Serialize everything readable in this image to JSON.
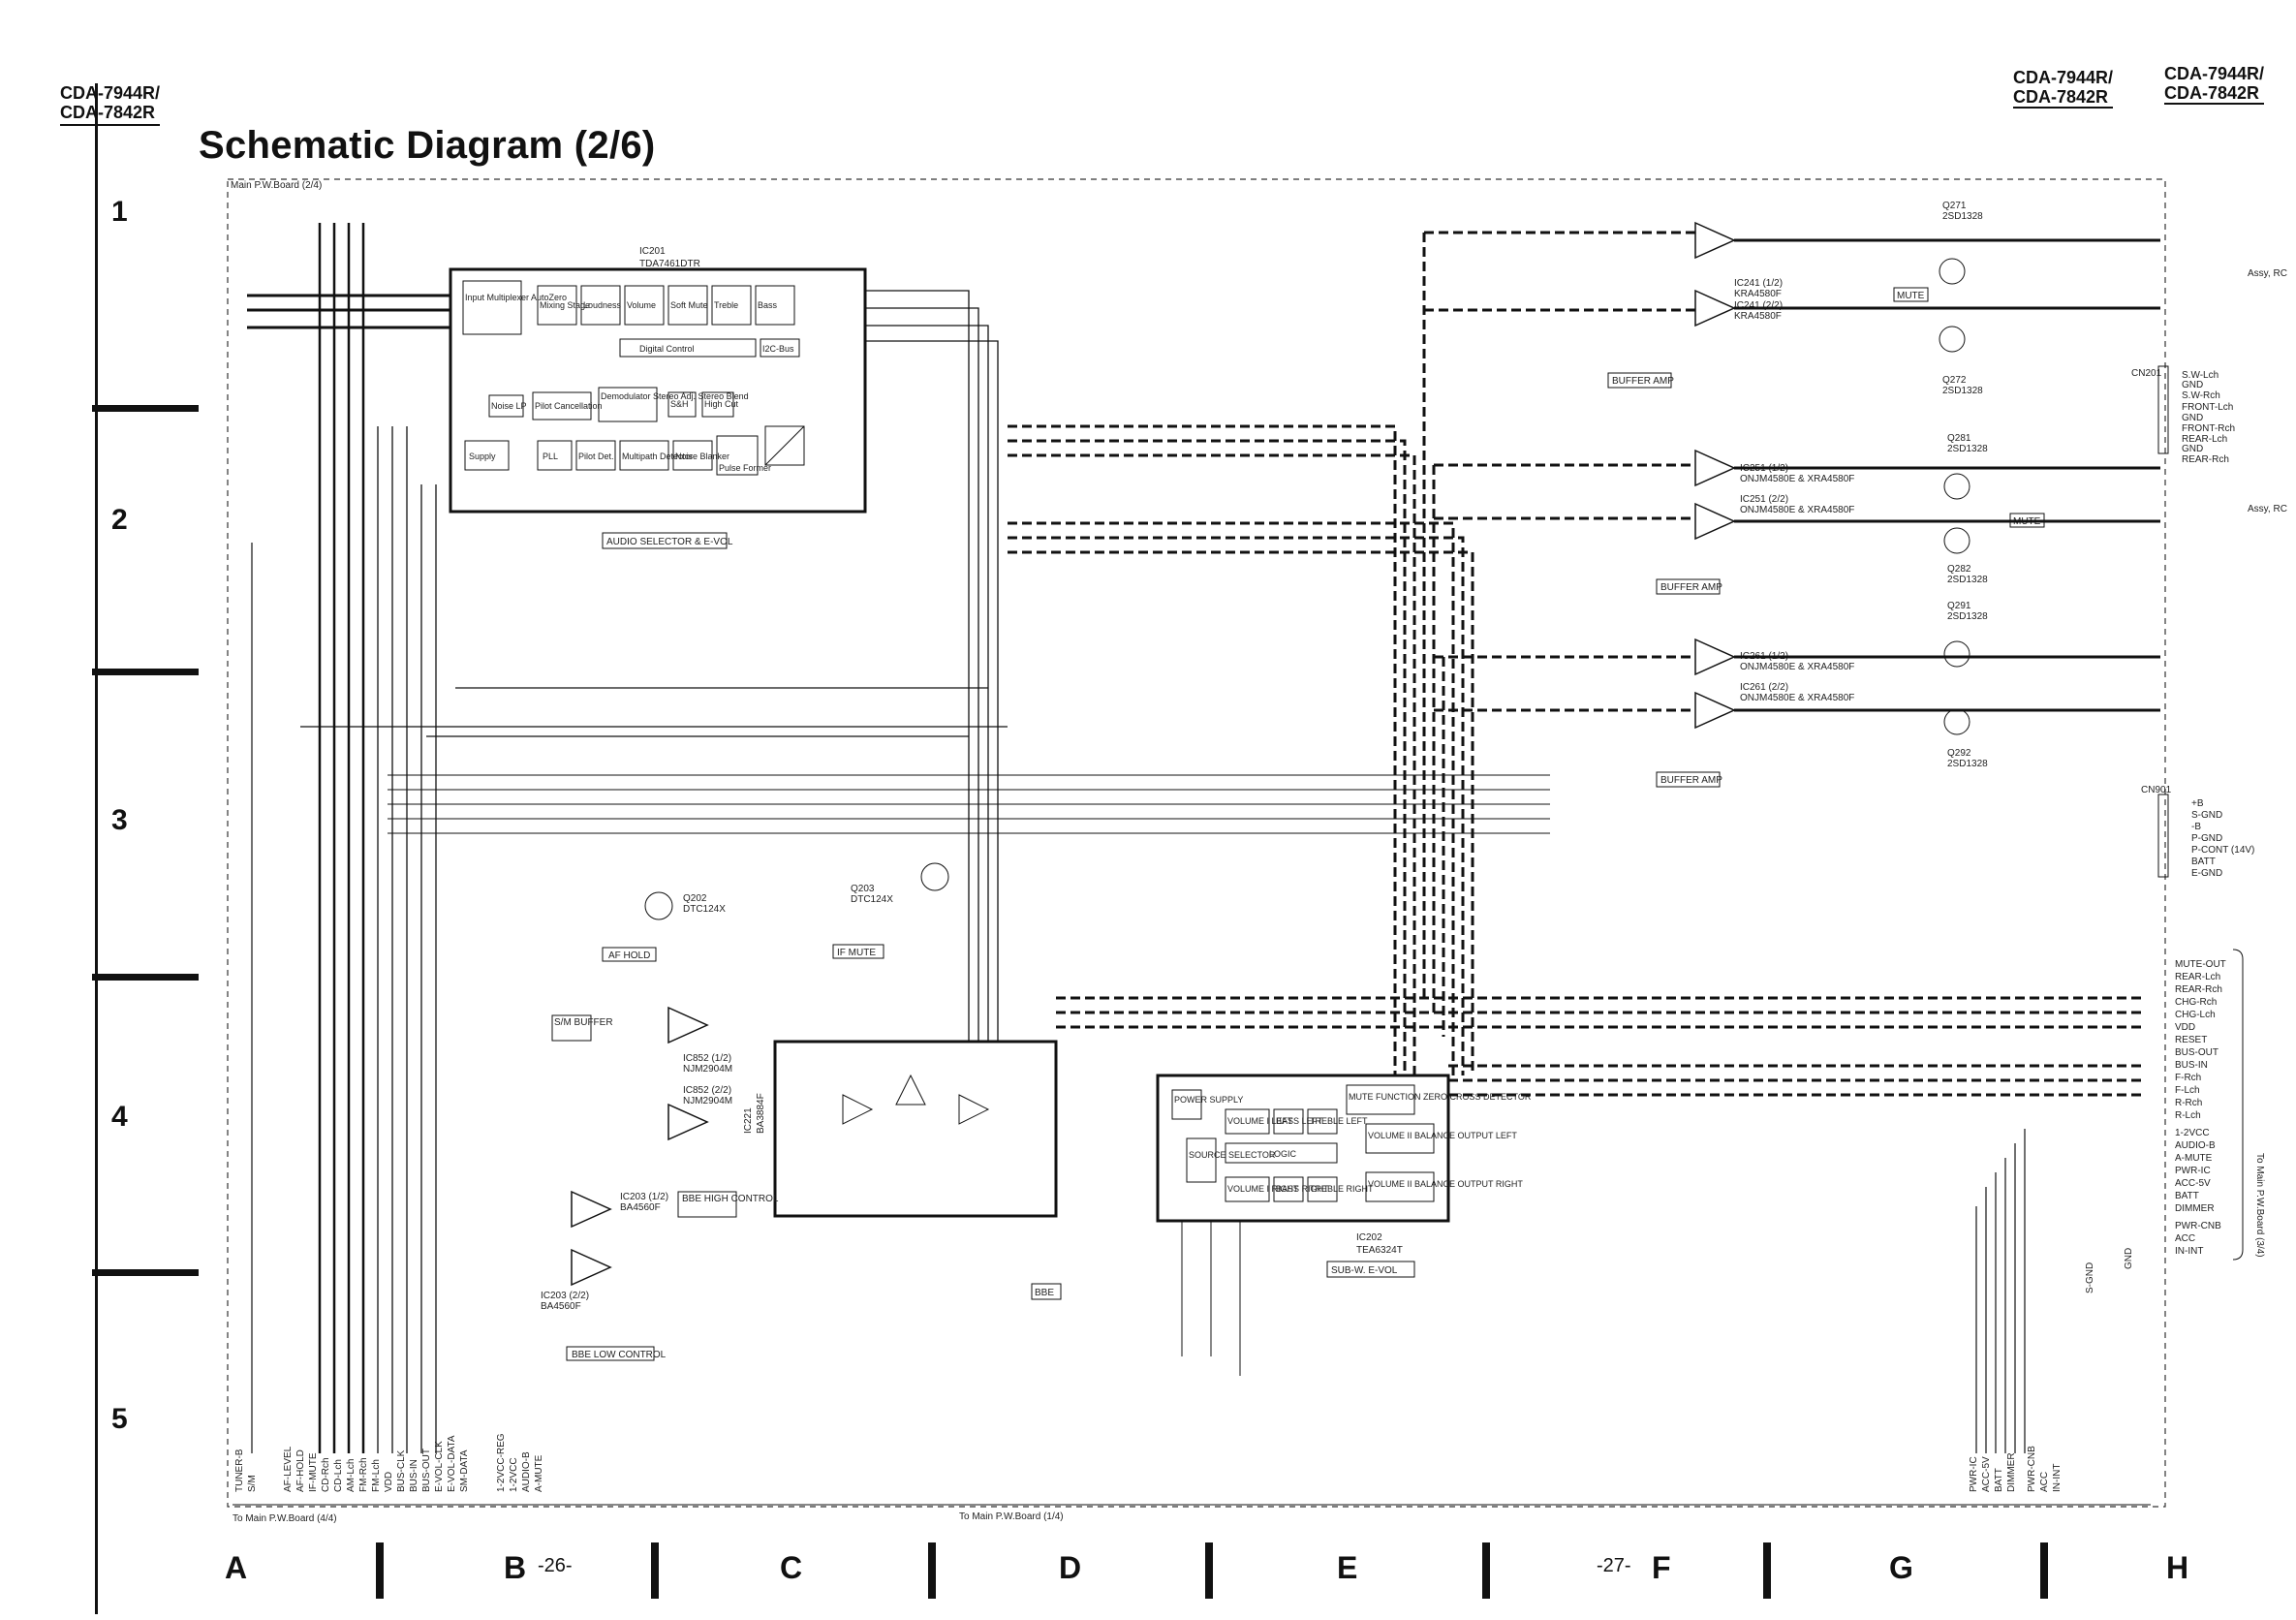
{
  "header": {
    "model_left": [
      "CDA-7944R/",
      "CDA-7842R"
    ],
    "model_right_1": [
      "CDA-7944R/",
      "CDA-7842R"
    ],
    "model_right_2": [
      "CDA-7944R/",
      "CDA-7842R"
    ],
    "title": "Schematic Diagram (2/6)",
    "board_top": "Main P.W.Board (2/4)"
  },
  "grid": {
    "rows": [
      "1",
      "2",
      "3",
      "4",
      "5"
    ],
    "cols": [
      "A",
      "B",
      "C",
      "D",
      "E",
      "F",
      "G",
      "H"
    ],
    "page_left": "-26-",
    "page_right": "-27-"
  },
  "ics": {
    "ic201": {
      "ref": "IC201",
      "part": "TDA7461DTR",
      "caption": "AUDIO SELECTOR & E-VOL",
      "blocks": [
        "Input Multiplexer AutoZero",
        "Mixing Stage",
        "Loudness",
        "Volume",
        "Soft Mute",
        "Treble",
        "Bass",
        "Digital Control",
        "I2C-Bus",
        "Noise LP",
        "Pilot Cancellation",
        "Demodulator Stereo Adj. Stereo Blend",
        "S&H",
        "High Cut",
        "Supply",
        "PLL",
        "Pilot Det.",
        "Multipath Detector",
        "Noise Blanker",
        "Pulse Former"
      ]
    },
    "ic202": {
      "ref": "IC202",
      "part": "TEA6324T",
      "caption": "SUB-W. E-VOL",
      "blocks": [
        "POWER SUPPLY",
        "SOURCE SELECTOR",
        "VOLUME I RIGHT",
        "BASS RIGHT",
        "TREBLE RIGHT",
        "LOGIC",
        "VOLUME I LEFT",
        "BASS LEFT",
        "TREBLE LEFT",
        "MUTE FUNCTION ZERO CROSS DETECTOR",
        "VOLUME II BALANCE OUTPUT LEFT",
        "VOLUME II BALANCE OUTPUT RIGHT"
      ]
    },
    "ic221": {
      "ref": "IC221",
      "part": "BA3884F",
      "caption": "BBE"
    },
    "ic241a": {
      "ref": "IC241 (1/2)",
      "part": "KRA4580F"
    },
    "ic241b": {
      "ref": "IC241 (2/2)",
      "part": "KRA4580F"
    },
    "ic251a": {
      "ref": "IC251 (1/2)",
      "part": "ONJM4580E & XRA4580F"
    },
    "ic251b": {
      "ref": "IC251 (2/2)",
      "part": "ONJM4580E & XRA4580F"
    },
    "ic261a": {
      "ref": "IC261 (1/2)",
      "part": "ONJM4580E & XRA4580F"
    },
    "ic261b": {
      "ref": "IC261 (2/2)",
      "part": "ONJM4580E & XRA4580F"
    },
    "ic852a": {
      "ref": "IC852 (1/2)",
      "part": "NJM2904M"
    },
    "ic852b": {
      "ref": "IC852 (2/2)",
      "part": "NJM2904M"
    },
    "ic203a": {
      "ref": "IC203 (1/2)",
      "part": "BA4560F"
    },
    "ic203b": {
      "ref": "IC203 (2/2)",
      "part": "BA4560F"
    }
  },
  "captions": {
    "buffer_amp": "BUFFER AMP",
    "mute": "MUTE",
    "af_hold": "AF HOLD",
    "if_mute": "IF MUTE",
    "sm_buffer": "S/M BUFFER",
    "bbe_high": "BBE HIGH CONTROL",
    "bbe_low": "BBE LOW CONTROL",
    "bbe": "BBE"
  },
  "transistors": [
    {
      "ref": "Q203",
      "part": "DTC124X"
    },
    {
      "ref": "Q202",
      "part": "DTC124X"
    },
    {
      "ref": "Q271",
      "part": "2SD1328"
    },
    {
      "ref": "Q272",
      "part": "2SD1328"
    },
    {
      "ref": "Q281",
      "part": "2SD1328"
    },
    {
      "ref": "Q282",
      "part": "2SD1328"
    },
    {
      "ref": "Q291",
      "part": "2SD1328"
    },
    {
      "ref": "Q292",
      "part": "2SD1328"
    }
  ],
  "connectors": {
    "cn201": {
      "ref": "CN201",
      "pins": [
        "S.W-Lch",
        "GND",
        "S.W-Rch",
        "FRONT-Lch",
        "GND",
        "FRONT-Rch",
        "REAR-Lch",
        "GND",
        "REAR-Rch"
      ]
    },
    "cn901": {
      "ref": "CN901",
      "pins": [
        "+B",
        "S-GND",
        "-B",
        "P-GND",
        "P-CONT (14V)",
        "BATT",
        "E-GND"
      ]
    },
    "right_bus": {
      "board": "To Main P.W.Board (3/4)",
      "lines": [
        "MUTE-OUT",
        "REAR-Lch",
        "REAR-Rch",
        "CHG-Rch",
        "CHG-Lch",
        "VDD",
        "RESET",
        "BUS-OUT",
        "BUS-IN",
        "F-Rch",
        "F-Lch",
        "R-Rch",
        "R-Lch",
        "1-2VCC",
        "AUDIO-B",
        "A-MUTE",
        "PWR-IC",
        "ACC-5V",
        "BATT",
        "DIMMER",
        "PWR-CNB",
        "ACC",
        "IN-INT"
      ]
    },
    "bottom_left": {
      "board": "To Main P.W.Board (4/4)",
      "lines": [
        "TUNER-B",
        "S/M",
        "AF-LEVEL",
        "AF-HOLD",
        "IF-MUTE",
        "CD-Rch",
        "CD-Lch",
        "AM-Lch",
        "FM-Rch",
        "FM-Lch",
        "VDD",
        "BUS-CLK",
        "BUS-IN",
        "BUS-OUT",
        "E-VOL-CLK",
        "E-VOL-DATA",
        "SM-DATA",
        "1-2VCC-REG",
        "1-2VCC",
        "AUDIO-B",
        "A-MUTE"
      ]
    },
    "bottom_mid": {
      "board": "To Main P.W.Board (1/4)"
    },
    "bottom_right": {
      "lines": [
        "PWR-IC",
        "ACC-5V",
        "BATT",
        "DIMMER",
        "PWR-CNB",
        "ACC",
        "IN-INT"
      ],
      "gnd": [
        "S-GND",
        "GND"
      ]
    }
  },
  "notes": {
    "assy_1": "Assy, RC",
    "assy_2": "Assy, RC"
  }
}
